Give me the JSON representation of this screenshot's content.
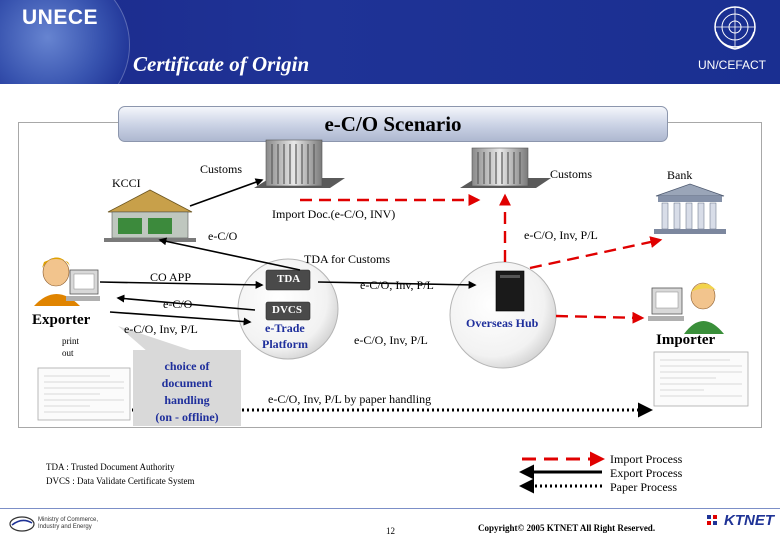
{
  "header": {
    "brand": "UNECE",
    "title": "Certificate of Origin",
    "org": "UN/CEFACT"
  },
  "scenario": {
    "title": "e-C/O Scenario"
  },
  "nodes": {
    "kcci": "KCCI",
    "customs_left": "Customs",
    "customs_right": "Customs",
    "bank": "Bank",
    "exporter": "Exporter",
    "importer": "Importer",
    "print_out_1": "print",
    "print_out_2": "out",
    "tda": "TDA",
    "dvcs": "DVCS",
    "etrade_1": "e-Trade",
    "etrade_2": "Platform",
    "overseas_hub": "Overseas Hub"
  },
  "flows": {
    "import_doc": "Import Doc.(e-C/O, INV)",
    "eco_kcci": "e-C/O",
    "eco_inv_pl_bank": "e-C/O, Inv, P/L",
    "tda_for_customs": "TDA  for Customs",
    "co_app": "CO APP",
    "eco_exporter": "e-C/O",
    "eco_inv_pl_exporter": "e-C/O, Inv, P/L",
    "eco_inv_pl_tda": "e-C/O, Inv, P/L",
    "eco_inv_pl_hub": "e-C/O, Inv, P/L",
    "paper_handling": "e-C/O, Inv, P/L by paper handling"
  },
  "choice_box": {
    "line1": "choice of",
    "line2": "document",
    "line3": "handling",
    "line4": "(on - offline)"
  },
  "legend": {
    "items": [
      "Import Process",
      "Export Process",
      "Paper Process"
    ],
    "colors": {
      "import": "#e00000",
      "export": "#000000",
      "paper": "#000000",
      "box": "#ffd400"
    }
  },
  "footnotes": {
    "tda": "TDA : Trusted Document Authority",
    "dvcs": "DVCS : Data Validate Certificate System"
  },
  "footer": {
    "page": "12",
    "copyright": "Copyright© 2005  KTNET  All Right Reserved.",
    "ministry_1": "Ministry of Commerce,",
    "ministry_2": "Industry and Energy",
    "ktnet": "KTNET"
  },
  "colors": {
    "header_bg": "#1f3396",
    "label_blue": "#1f2f9c",
    "red_arrow": "#e00000"
  }
}
